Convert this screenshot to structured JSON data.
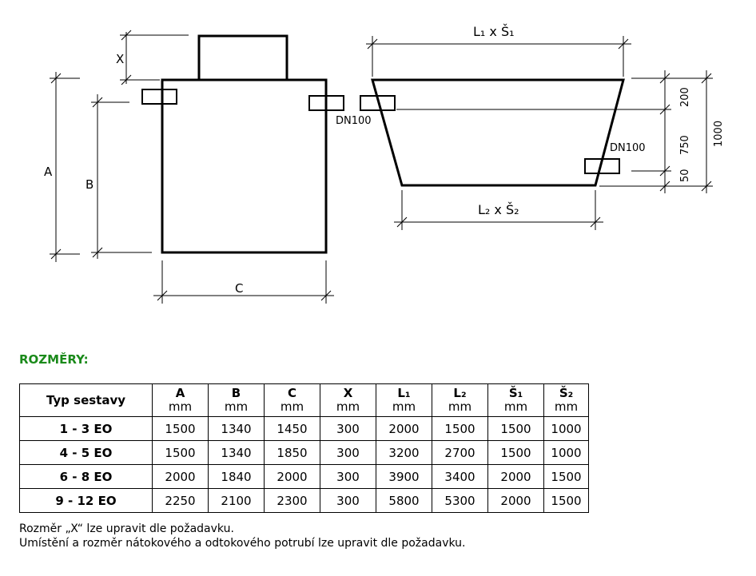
{
  "drawing": {
    "labels": {
      "x": "X",
      "a": "A",
      "b": "B",
      "c": "C",
      "l1s1": "L₁ x Š₁",
      "l2s2": "L₂ x Š₂",
      "dn_left": "DN100",
      "dn_right": "DN100",
      "d200": "200",
      "d750": "750",
      "d50": "50",
      "d1000": "1000"
    }
  },
  "heading": "ROZMĚRY:",
  "table": {
    "headers": [
      {
        "name": "Typ sestavy",
        "unit": ""
      },
      {
        "name": "A",
        "unit": "mm"
      },
      {
        "name": "B",
        "unit": "mm"
      },
      {
        "name": "C",
        "unit": "mm"
      },
      {
        "name": "X",
        "unit": "mm"
      },
      {
        "name": "L₁",
        "unit": "mm"
      },
      {
        "name": "L₂",
        "unit": "mm"
      },
      {
        "name": "Š₁",
        "unit": "mm"
      },
      {
        "name": "Š₂",
        "unit": "mm"
      }
    ],
    "rows": [
      [
        "1 - 3 EO",
        "1500",
        "1340",
        "1450",
        "300",
        "2000",
        "1500",
        "1500",
        "1000"
      ],
      [
        "4 - 5 EO",
        "1500",
        "1340",
        "1850",
        "300",
        "3200",
        "2700",
        "1500",
        "1000"
      ],
      [
        "6 - 8 EO",
        "2000",
        "1840",
        "2000",
        "300",
        "3900",
        "3400",
        "2000",
        "1500"
      ],
      [
        "9 - 12 EO",
        "2250",
        "2100",
        "2300",
        "300",
        "5800",
        "5300",
        "2000",
        "1500"
      ]
    ]
  },
  "notes": [
    "Rozměr „X“ lze upravit dle požadavku.",
    "Umístění a rozměr nátokového a odtokového potrubí lze upravit dle požadavku."
  ]
}
